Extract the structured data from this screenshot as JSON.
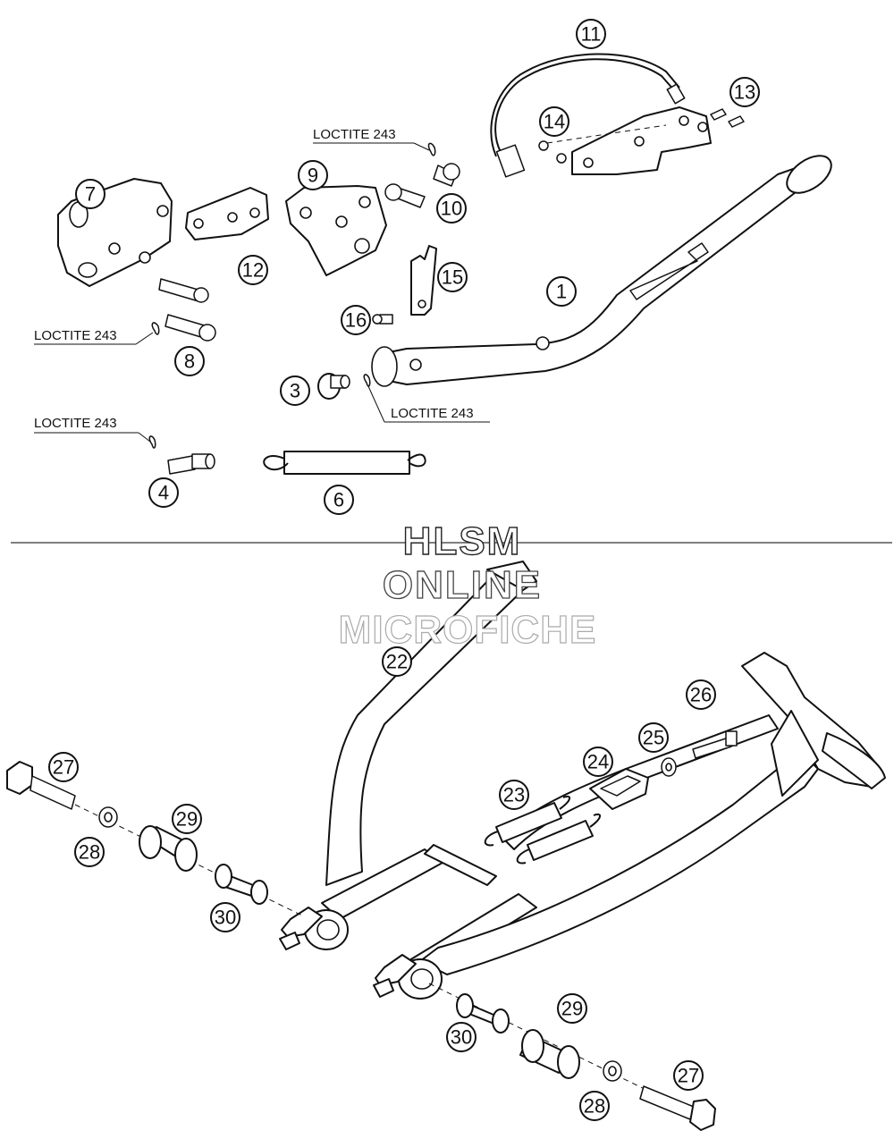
{
  "watermark": {
    "line1": "HLSM",
    "line2": "ONLINE",
    "line3": "MICROFICHE"
  },
  "annotations": {
    "loctite_1": "LOCTITE 243",
    "loctite_2": "LOCTITE 243",
    "loctite_3": "LOCTITE 243",
    "loctite_4": "LOCTITE 243"
  },
  "callouts": {
    "c1": "1",
    "c3": "3",
    "c4": "4",
    "c6": "6",
    "c7": "7",
    "c8": "8",
    "c9": "9",
    "c10": "10",
    "c11": "11",
    "c12": "12",
    "c13": "13",
    "c14": "14",
    "c15": "15",
    "c16": "16",
    "c22": "22",
    "c23": "23",
    "c24": "24",
    "c25": "25",
    "c26": "26",
    "c27a": "27",
    "c28a": "28",
    "c29a": "29",
    "c30a": "30",
    "c27b": "27",
    "c28b": "28",
    "c29b": "29",
    "c30b": "30"
  }
}
